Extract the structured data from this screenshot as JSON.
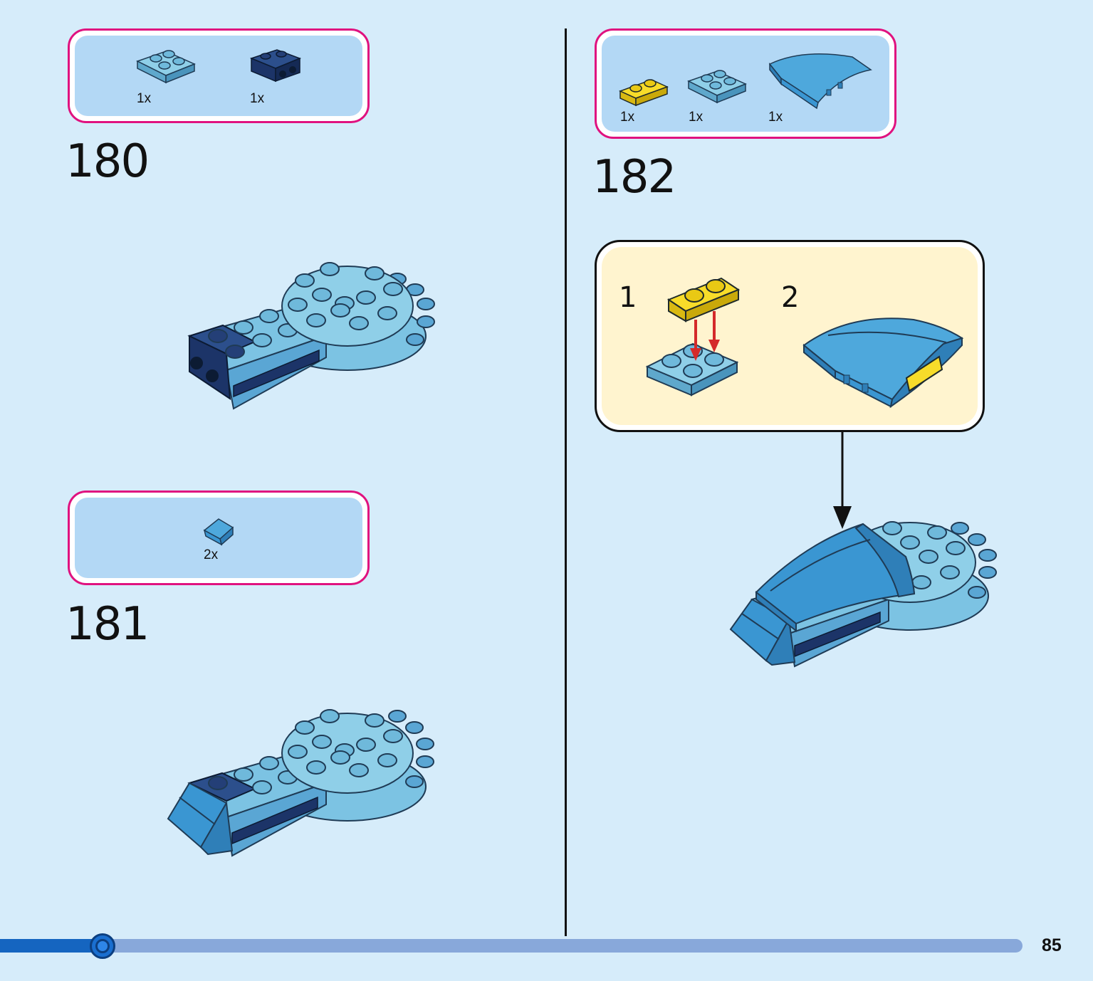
{
  "step180": {
    "number": "180",
    "parts": [
      {
        "qty": "1x",
        "icon": "light-blue-2x2-plate-icon",
        "color": "#7cc3e3"
      },
      {
        "qty": "1x",
        "icon": "dark-blue-bracket-icon",
        "color": "#1f3f78"
      }
    ]
  },
  "step181": {
    "number": "181",
    "parts": [
      {
        "qty": "2x",
        "icon": "blue-slope-icon",
        "color": "#3a96d2"
      }
    ]
  },
  "step182": {
    "number": "182",
    "parts": [
      {
        "qty": "1x",
        "icon": "yellow-1x2-plate-icon",
        "color": "#f4d61b"
      },
      {
        "qty": "1x",
        "icon": "light-blue-2x2-plate-icon",
        "color": "#7cc3e3"
      },
      {
        "qty": "1x",
        "icon": "blue-curved-wedge-icon",
        "color": "#3a96d2"
      }
    ],
    "substeps": [
      "1",
      "2"
    ]
  },
  "colors": {
    "background": "#d6ecfa",
    "parts_border": "#e0127f",
    "parts_fill": "#b3d8f5",
    "substep_fill": "#fff4cf",
    "arrow_red": "#d42a2a",
    "progress_fill": "#1565c0",
    "progress_track": "#88a8da"
  },
  "footer": {
    "page_number": "85",
    "progress_percent": 10
  }
}
